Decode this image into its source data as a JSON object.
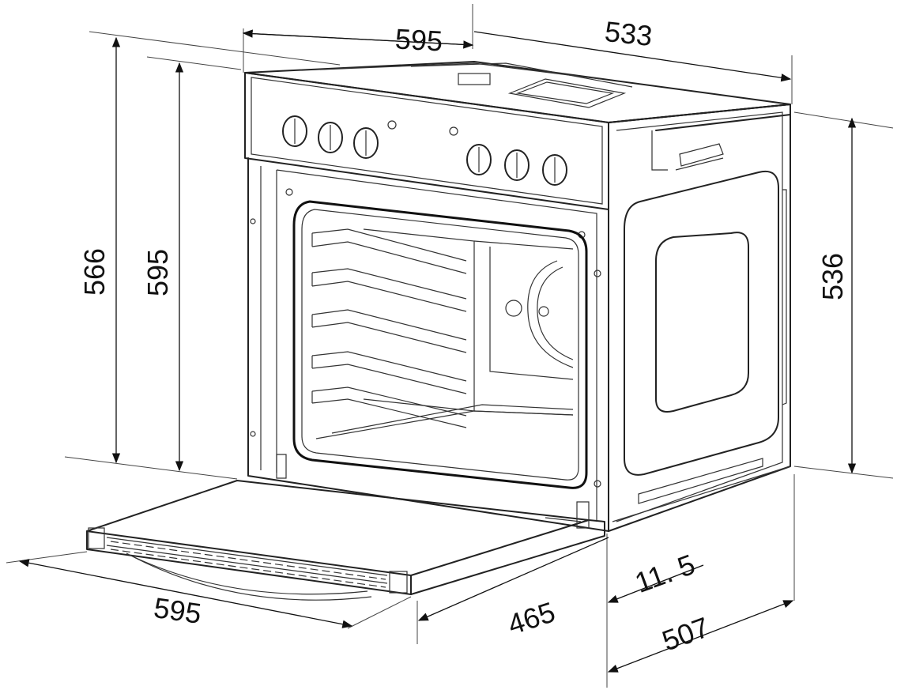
{
  "dimensions": {
    "top_width": "595",
    "top_depth": "533",
    "height_outer": "566",
    "height_front": "595",
    "side_height": "536",
    "door_width": "595",
    "door_depth": "465",
    "gap": "11. 5",
    "body_depth": "507"
  },
  "colors": {
    "line": "#222222",
    "background": "#ffffff"
  }
}
